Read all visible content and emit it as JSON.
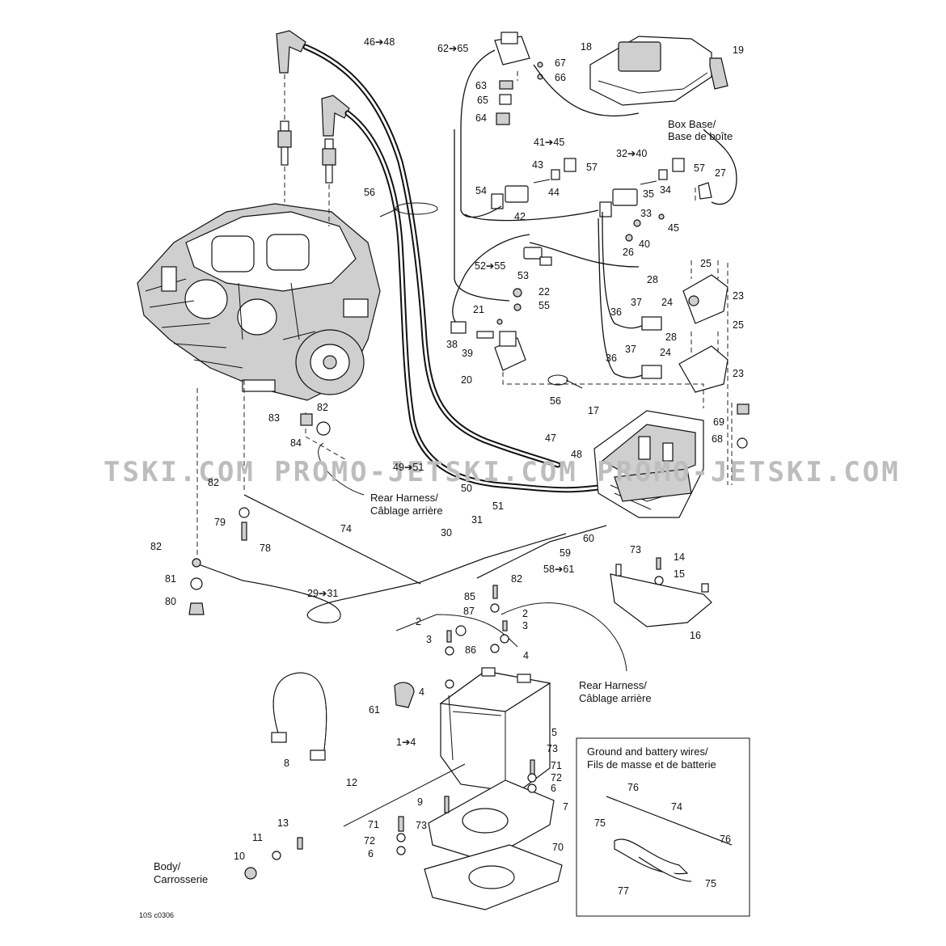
{
  "watermark": "TSKI.COM  PROMO-JETSKI.COM  PROMO-JETSKI.COM",
  "diagram_code": "10S c0306",
  "notes": {
    "box_base": [
      "Box Base/",
      "Base de boîte"
    ],
    "rear_harness_1": [
      "Rear Harness/",
      "Câblage arrière"
    ],
    "rear_harness_2": [
      "Rear Harness/",
      "Câblage arrière"
    ],
    "body": [
      "Body/",
      "Carrosserie"
    ]
  },
  "inset": {
    "title_line1": "Ground and battery wires/",
    "title_line2": "Fils de masse et de batterie",
    "labels": [
      "76",
      "74",
      "75",
      "76",
      "77",
      "75"
    ]
  },
  "part_labels": [
    "46➔48",
    "62➔65",
    "18",
    "19",
    "67",
    "66",
    "63",
    "65",
    "64",
    "Box Base/",
    "41➔45",
    "32➔40",
    "57",
    "43",
    "57",
    "27",
    "44",
    "35",
    "34",
    "54",
    "56",
    "42",
    "33",
    "45",
    "40",
    "26",
    "52➔55",
    "53",
    "25",
    "28",
    "22",
    "55",
    "23",
    "21",
    "24",
    "37",
    "36",
    "38",
    "39",
    "28",
    "25",
    "37",
    "24",
    "36",
    "23",
    "20",
    "56",
    "17",
    "69",
    "82",
    "83",
    "84",
    "47",
    "68",
    "48",
    "49➔51",
    "50",
    "82",
    "51",
    "31",
    "79",
    "74",
    "30",
    "60",
    "78",
    "59",
    "73",
    "14",
    "82",
    "58➔61",
    "15",
    "81",
    "29➔31",
    "82",
    "80",
    "85",
    "87",
    "2",
    "3",
    "16",
    "2",
    "3",
    "86",
    "4",
    "4",
    "61",
    "8",
    "1➔4",
    "5",
    "73",
    "71",
    "72",
    "6",
    "12",
    "9",
    "7",
    "13",
    "71",
    "73",
    "72",
    "70",
    "6",
    "11",
    "10"
  ]
}
